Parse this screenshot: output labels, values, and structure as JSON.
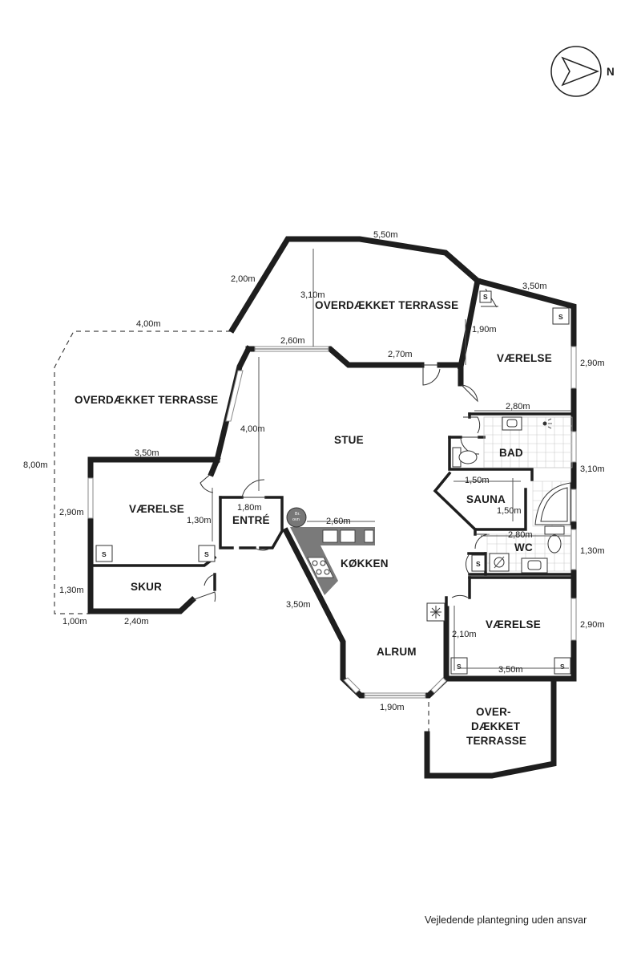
{
  "compass": {
    "label": "N"
  },
  "rooms": {
    "terrace_top": "OVERDÆKKET TERRASSE",
    "terrace_left": "OVERDÆKKET TERRASSE",
    "terrace_bottom_1": "OVER-",
    "terrace_bottom_2": "DÆKKET",
    "terrace_bottom_3": "TERRASSE",
    "stue": "STUE",
    "vaerelse_ne": "VÆRELSE",
    "vaerelse_w": "VÆRELSE",
    "vaerelse_se": "VÆRELSE",
    "bad": "BAD",
    "sauna": "SAUNA",
    "wc": "WC",
    "entre": "ENTRÉ",
    "skur": "SKUR",
    "kokken": "KØKKEN",
    "alrum": "ALRUM"
  },
  "dimensions": {
    "top_550": "5,50m",
    "top_200": "2,00m",
    "top_310": "3,10m",
    "ne_350": "3,50m",
    "ne_190": "1,90m",
    "ne_290": "2,90m",
    "stue_260": "2,60m",
    "stue_270": "2,70m",
    "left_400": "4,00m",
    "stue_400": "4,00m",
    "bad_280": "2,80m",
    "bad_310": "3,10m",
    "sauna_150a": "1,50m",
    "sauna_150b": "1,50m",
    "wc_280": "2,80m",
    "wc_130": "1,30m",
    "left_800": "8,00m",
    "w_350": "3,50m",
    "w_290": "2,90m",
    "w_130": "1,30m",
    "entre_180": "1,80m",
    "kok_260": "2,60m",
    "skur_130": "1,30m",
    "skur_100": "1,00m",
    "skur_240": "2,40m",
    "kok_350": "3,50m",
    "se_210": "2,10m",
    "se_290": "2,90m",
    "se_350": "3,50m",
    "alrum_190": "1,90m"
  },
  "symbols": {
    "smoke_detector": "S",
    "oven_1": "Br.",
    "oven_2": "ovn"
  },
  "footer": {
    "disclaimer": "Vejledende plantegning uden ansvar"
  }
}
